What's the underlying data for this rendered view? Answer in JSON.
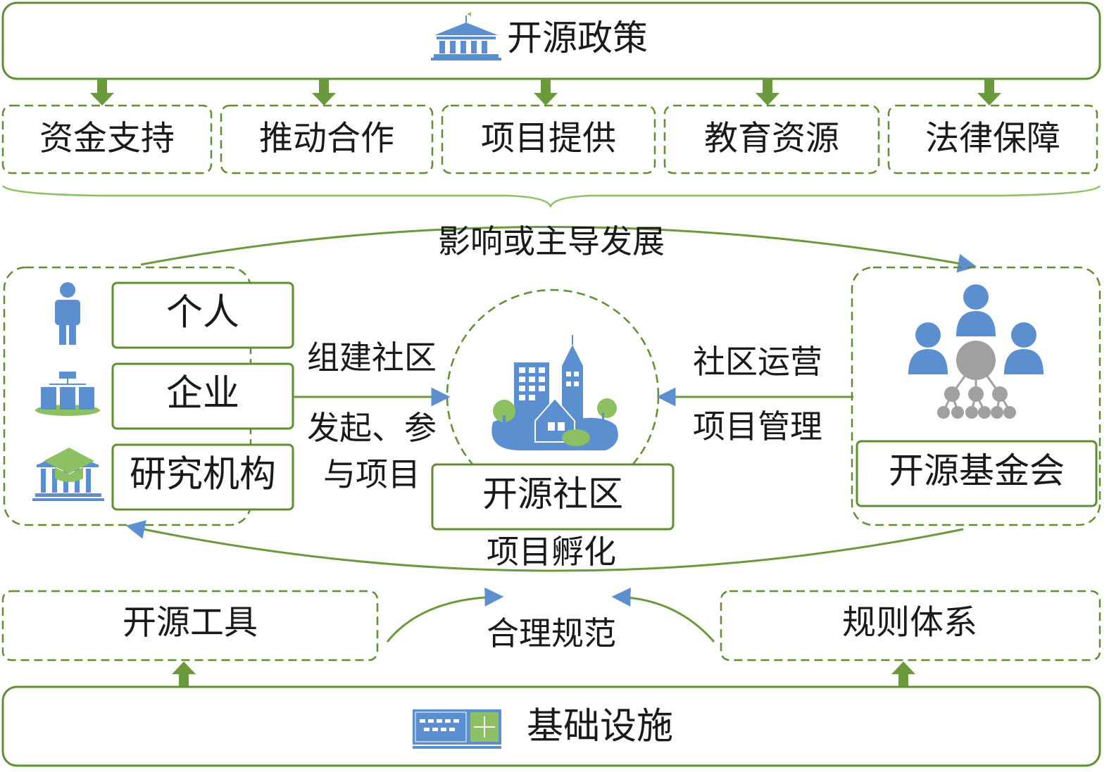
{
  "policy": {
    "title": "开源政策",
    "items": [
      "资金支持",
      "推动合作",
      "项目提供",
      "教育资源",
      "法律保障"
    ],
    "influence_label": "影响或主导发展"
  },
  "participants": {
    "items": [
      "个人",
      "企业",
      "研究机构"
    ]
  },
  "community": {
    "title": "开源社区",
    "build_label": "组建社区",
    "initiate_label_1": "发起、参",
    "initiate_label_2": "与项目",
    "incubation_label": "项目孵化"
  },
  "foundation": {
    "title": "开源基金会",
    "ops_label": "社区运营",
    "mgmt_label": "项目管理"
  },
  "bottom": {
    "tools": "开源工具",
    "rules": "规则体系",
    "norms_label": "合理规范",
    "infra": "基础设施"
  },
  "colors": {
    "green": "#5e8f31",
    "green_light": "#8cc063",
    "blue": "#5b8fd0",
    "gray": "#a0a0a0"
  }
}
